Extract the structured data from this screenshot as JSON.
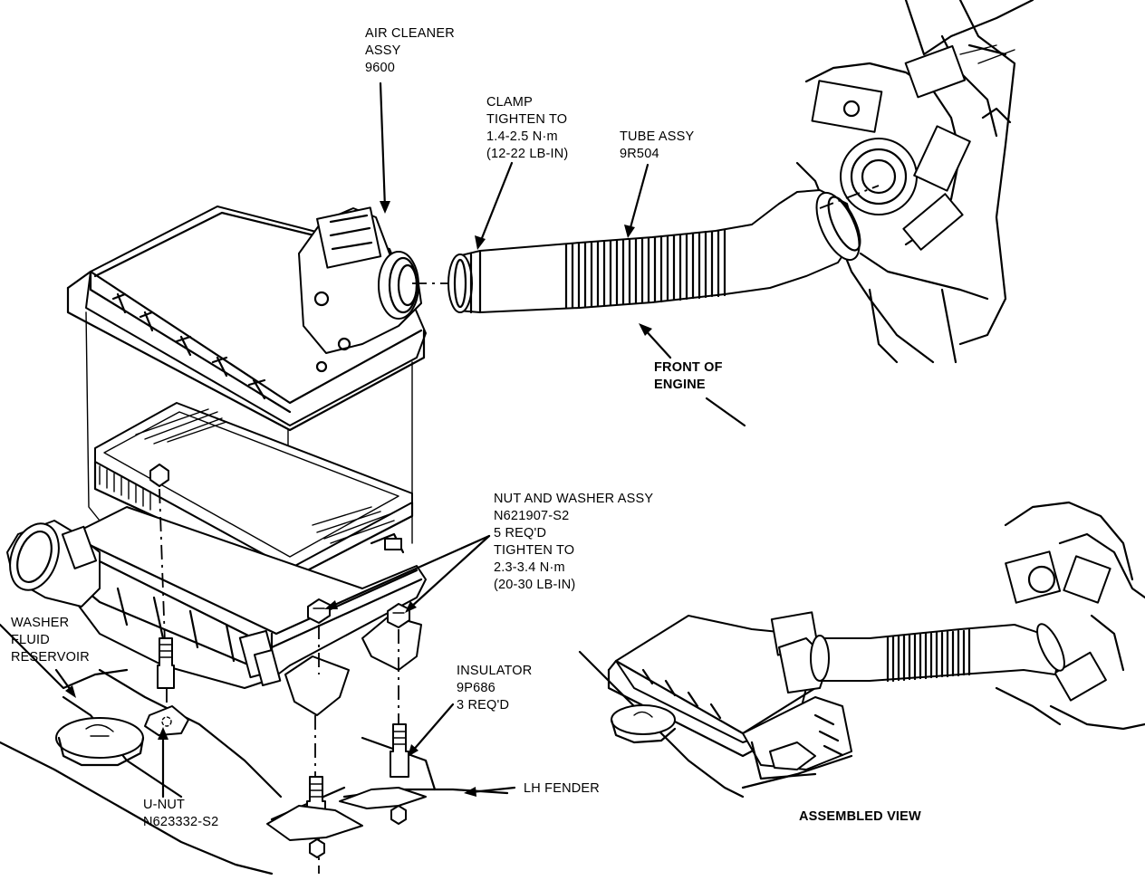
{
  "labels": {
    "air_cleaner": [
      "AIR CLEANER",
      "ASSY",
      "9600"
    ],
    "clamp": [
      "CLAMP",
      "TIGHTEN TO",
      "1.4-2.5 N·m",
      "(12-22 LB-IN)"
    ],
    "tube": [
      "TUBE ASSY",
      "9R504"
    ],
    "front": [
      "FRONT OF",
      "ENGINE"
    ],
    "nut": [
      "NUT AND WASHER ASSY",
      "N621907-S2",
      "5 REQ'D",
      "TIGHTEN TO",
      "2.3-3.4 N·m",
      "(20-30 LB-IN)"
    ],
    "washer": [
      "WASHER",
      "FLUID",
      "RESERVOIR"
    ],
    "insulator": [
      "INSULATOR",
      "9P686",
      "3 REQ'D"
    ],
    "unut": [
      "U-NUT",
      "N623332-S2"
    ],
    "fender": [
      "LH FENDER"
    ],
    "assembled": [
      "ASSEMBLED VIEW"
    ]
  }
}
